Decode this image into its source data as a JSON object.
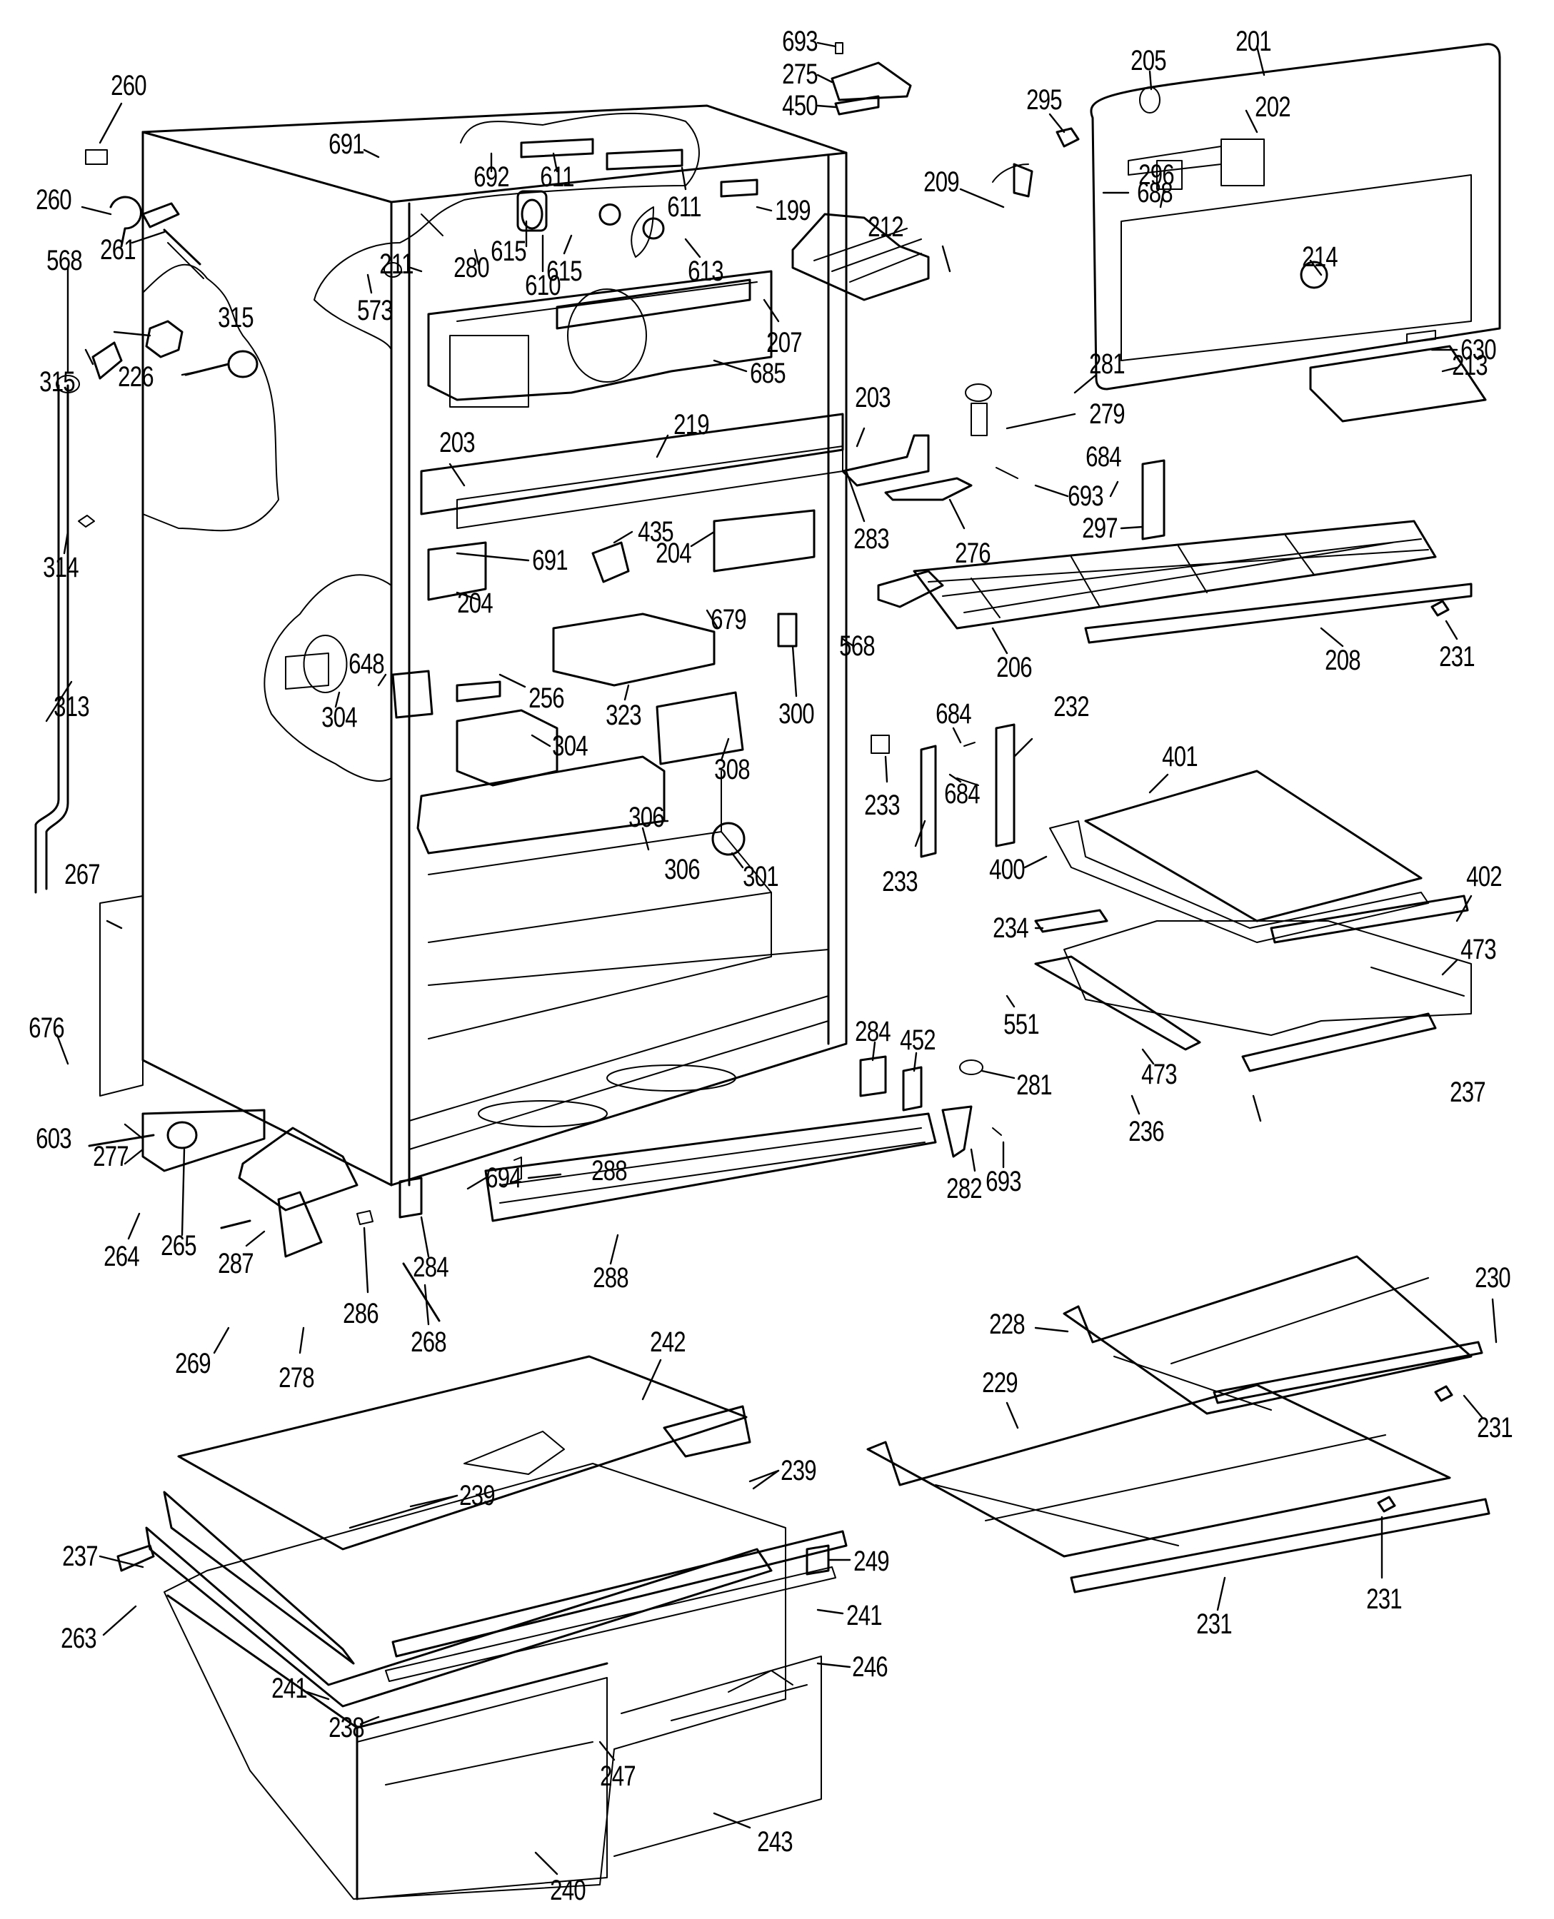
{
  "diagram": {
    "title": "Refrigerator cabinet exploded parts diagram",
    "labels": [
      {
        "id": "l1",
        "text": "693"
      },
      {
        "id": "l2",
        "text": "275"
      },
      {
        "id": "l3",
        "text": "450"
      },
      {
        "id": "l4",
        "text": "201"
      },
      {
        "id": "l5",
        "text": "205"
      },
      {
        "id": "l6",
        "text": "295"
      },
      {
        "id": "l7",
        "text": "202"
      },
      {
        "id": "l8",
        "text": "688"
      },
      {
        "id": "l9",
        "text": "296"
      },
      {
        "id": "l10",
        "text": "214"
      },
      {
        "id": "l11",
        "text": "630"
      },
      {
        "id": "l12",
        "text": "213"
      },
      {
        "id": "l13",
        "text": "260"
      },
      {
        "id": "l14",
        "text": "260"
      },
      {
        "id": "l15",
        "text": "261"
      },
      {
        "id": "l16",
        "text": "568"
      },
      {
        "id": "l17",
        "text": "315"
      },
      {
        "id": "l18",
        "text": "315"
      },
      {
        "id": "l19",
        "text": "226"
      },
      {
        "id": "l20",
        "text": "691"
      },
      {
        "id": "l21",
        "text": "692"
      },
      {
        "id": "l22",
        "text": "611"
      },
      {
        "id": "l23",
        "text": "611"
      },
      {
        "id": "l24",
        "text": "199"
      },
      {
        "id": "l25",
        "text": "615"
      },
      {
        "id": "l26",
        "text": "615"
      },
      {
        "id": "l27",
        "text": "610"
      },
      {
        "id": "l28",
        "text": "613"
      },
      {
        "id": "l29",
        "text": "211"
      },
      {
        "id": "l30",
        "text": "280"
      },
      {
        "id": "l31",
        "text": "573"
      },
      {
        "id": "l32",
        "text": "207"
      },
      {
        "id": "l33",
        "text": "685"
      },
      {
        "id": "l34",
        "text": "209"
      },
      {
        "id": "l35",
        "text": "212"
      },
      {
        "id": "l36",
        "text": "281"
      },
      {
        "id": "l37",
        "text": "279"
      },
      {
        "id": "l38",
        "text": "203"
      },
      {
        "id": "l39",
        "text": "203"
      },
      {
        "id": "l40",
        "text": "219"
      },
      {
        "id": "l41",
        "text": "283"
      },
      {
        "id": "l42",
        "text": "276"
      },
      {
        "id": "l43",
        "text": "693"
      },
      {
        "id": "l44",
        "text": "684"
      },
      {
        "id": "l45",
        "text": "297"
      },
      {
        "id": "l46",
        "text": "314"
      },
      {
        "id": "l47",
        "text": "691"
      },
      {
        "id": "l48",
        "text": "435"
      },
      {
        "id": "l49",
        "text": "204"
      },
      {
        "id": "l50",
        "text": "204"
      },
      {
        "id": "l51",
        "text": "679"
      },
      {
        "id": "l52",
        "text": "568"
      },
      {
        "id": "l53",
        "text": "206"
      },
      {
        "id": "l54",
        "text": "208"
      },
      {
        "id": "l55",
        "text": "231"
      },
      {
        "id": "l56",
        "text": "648"
      },
      {
        "id": "l57",
        "text": "304"
      },
      {
        "id": "l58",
        "text": "256"
      },
      {
        "id": "l59",
        "text": "323"
      },
      {
        "id": "l60",
        "text": "300"
      },
      {
        "id": "l61",
        "text": "304"
      },
      {
        "id": "l62",
        "text": "308"
      },
      {
        "id": "l63",
        "text": "313"
      },
      {
        "id": "l64",
        "text": "684"
      },
      {
        "id": "l65",
        "text": "232"
      },
      {
        "id": "l66",
        "text": "233"
      },
      {
        "id": "l67",
        "text": "684"
      },
      {
        "id": "l68",
        "text": "401"
      },
      {
        "id": "l69",
        "text": "306"
      },
      {
        "id": "l70",
        "text": "306"
      },
      {
        "id": "l71",
        "text": "301"
      },
      {
        "id": "l72",
        "text": "233"
      },
      {
        "id": "l73",
        "text": "400"
      },
      {
        "id": "l74",
        "text": "267"
      },
      {
        "id": "l75",
        "text": "402"
      },
      {
        "id": "l76",
        "text": "234"
      },
      {
        "id": "l77",
        "text": "473"
      },
      {
        "id": "l78",
        "text": "551"
      },
      {
        "id": "l79",
        "text": "676"
      },
      {
        "id": "l80",
        "text": "284"
      },
      {
        "id": "l81",
        "text": "452"
      },
      {
        "id": "l82",
        "text": "281"
      },
      {
        "id": "l83",
        "text": "237"
      },
      {
        "id": "l84",
        "text": "473"
      },
      {
        "id": "l85",
        "text": "236"
      },
      {
        "id": "l86",
        "text": "603"
      },
      {
        "id": "l87",
        "text": "277"
      },
      {
        "id": "l88",
        "text": "288"
      },
      {
        "id": "l89",
        "text": "694"
      },
      {
        "id": "l90",
        "text": "282"
      },
      {
        "id": "l91",
        "text": "693"
      },
      {
        "id": "l92",
        "text": "264"
      },
      {
        "id": "l93",
        "text": "265"
      },
      {
        "id": "l94",
        "text": "287"
      },
      {
        "id": "l95",
        "text": "284"
      },
      {
        "id": "l96",
        "text": "288"
      },
      {
        "id": "l97",
        "text": "286"
      },
      {
        "id": "l98",
        "text": "268"
      },
      {
        "id": "l99",
        "text": "269"
      },
      {
        "id": "l100",
        "text": "278"
      },
      {
        "id": "l101",
        "text": "228"
      },
      {
        "id": "l102",
        "text": "230"
      },
      {
        "id": "l103",
        "text": "242"
      },
      {
        "id": "l104",
        "text": "229"
      },
      {
        "id": "l105",
        "text": "231"
      },
      {
        "id": "l106",
        "text": "239"
      },
      {
        "id": "l107",
        "text": "239"
      },
      {
        "id": "l108",
        "text": "249"
      },
      {
        "id": "l109",
        "text": "237"
      },
      {
        "id": "l110",
        "text": "241"
      },
      {
        "id": "l111",
        "text": "263"
      },
      {
        "id": "l112",
        "text": "246"
      },
      {
        "id": "l113",
        "text": "241"
      },
      {
        "id": "l114",
        "text": "238"
      },
      {
        "id": "l115",
        "text": "247"
      },
      {
        "id": "l116",
        "text": "231"
      },
      {
        "id": "l117",
        "text": "231"
      },
      {
        "id": "l118",
        "text": "243"
      },
      {
        "id": "l119",
        "text": "240"
      }
    ]
  }
}
